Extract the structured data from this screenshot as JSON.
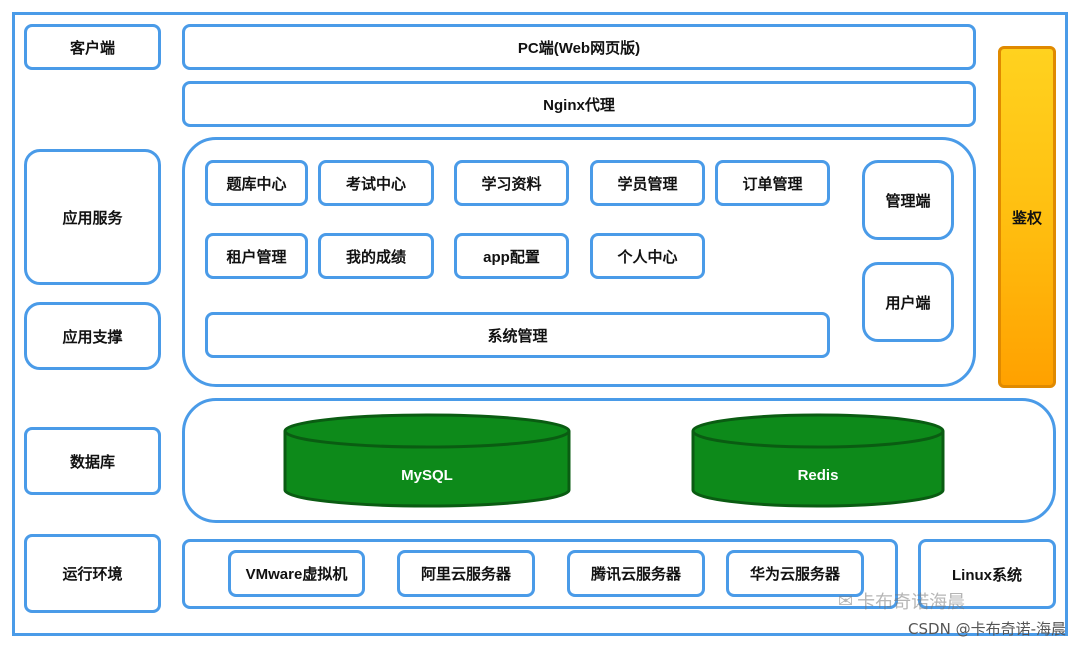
{
  "layers": {
    "client": "客户端",
    "app_service": "应用服务",
    "app_support": "应用支撑",
    "database": "数据库",
    "runtime": "运行环境"
  },
  "client": {
    "pc": "PC端(Web网页版)",
    "nginx": "Nginx代理"
  },
  "modules": {
    "row1": [
      "题库中心",
      "考试中心",
      "学习资料",
      "学员管理",
      "订单管理"
    ],
    "row2": [
      "租户管理",
      "我的成绩",
      "app配置",
      "个人中心"
    ],
    "system": "系统管理",
    "admin": "管理端",
    "user": "用户端"
  },
  "auth": "鉴权",
  "databases": {
    "mysql": "MySQL",
    "redis": "Redis"
  },
  "runtime": {
    "servers": [
      "VMware虚拟机",
      "阿里云服务器",
      "腾讯云服务器",
      "华为云服务器"
    ],
    "os": "Linux系统"
  },
  "watermark": {
    "wechat": "卡布奇诺海晨",
    "csdn": "CSDN @卡布奇诺-海晨"
  },
  "colors": {
    "border": "#4a9be8",
    "auth_top": "#ffd21f",
    "auth_bottom": "#ffa100",
    "db_fill": "#0d8a1a",
    "db_border": "#0a5c12"
  }
}
